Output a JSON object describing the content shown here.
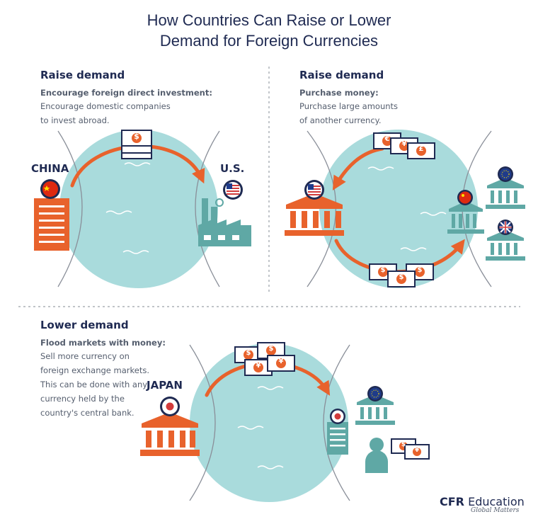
{
  "title": {
    "line1": "How Countries Can Raise or Lower",
    "line2": "Demand for Foreign Currencies"
  },
  "panel_fdi": {
    "heading": "Raise demand",
    "method": "Encourage foreign direct investment:",
    "desc_line1": "Encourage domestic companies",
    "desc_line2": "to invest abroad.",
    "country_left": "CHINA",
    "country_right": "U.S.",
    "currency_symbol": "$"
  },
  "panel_purchase": {
    "heading": "Raise demand",
    "method": "Purchase money:",
    "desc_line1": "Purchase large amounts",
    "desc_line2": "of another currency.",
    "top_symbols": [
      "€",
      "¥",
      "£"
    ],
    "bottom_symbols": [
      "$",
      "$",
      "$"
    ]
  },
  "panel_flood": {
    "heading": "Lower demand",
    "method": "Flood markets with money:",
    "desc_lines": [
      "Sell more currency on",
      "foreign exchange markets.",
      "This can be done with any",
      "currency held by the",
      "country's central bank."
    ],
    "country": "JAPAN",
    "symbols": [
      "$",
      "$",
      "¥",
      "¥"
    ],
    "person_bill_symbols": [
      "$",
      "¥"
    ]
  },
  "brand": {
    "name_bold": "CFR",
    "name_rest": " Education",
    "tagline": "Global Matters"
  },
  "colors": {
    "navy": "#1f2a52",
    "orange": "#e8622c",
    "teal": "#5fa8a5",
    "water": "#a9dbdc",
    "gray_text": "#555e6e"
  }
}
